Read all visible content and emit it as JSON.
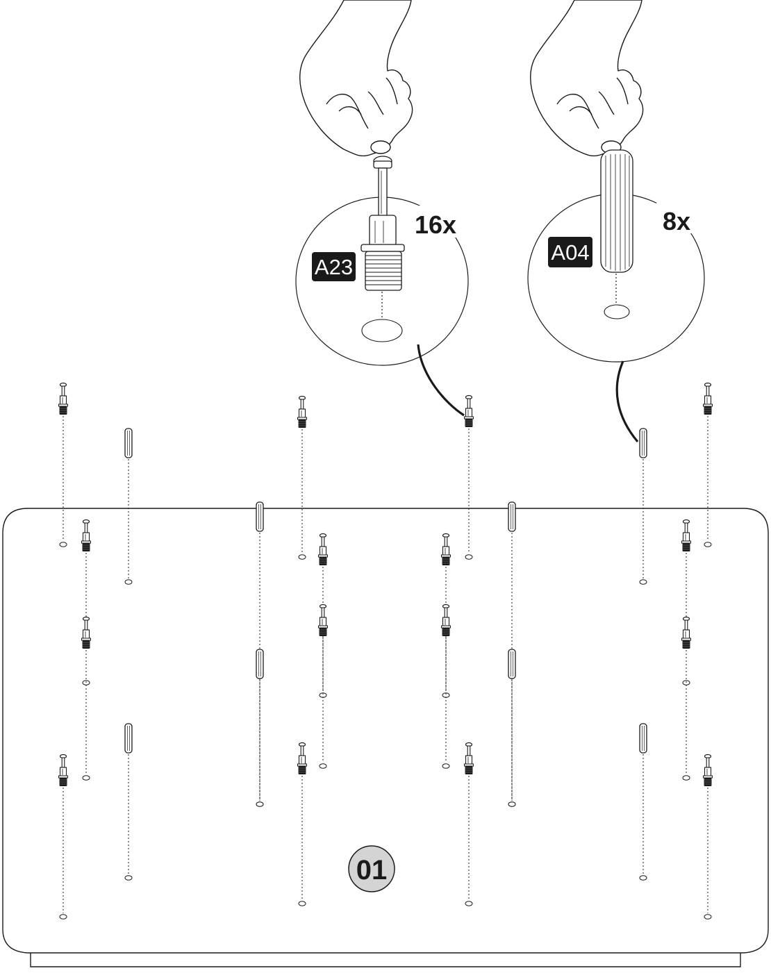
{
  "callouts": [
    {
      "part_code": "A23",
      "quantity": "16x",
      "part": "cam-lock-bolt"
    },
    {
      "part_code": "A04",
      "quantity": "8x",
      "part": "wooden-dowel"
    }
  ],
  "panel": {
    "label": "01"
  },
  "colors": {
    "line": "#1a1a1a",
    "label_bg": "#1a1a1a",
    "label_text": "#ffffff",
    "panel_badge_fill": "#d4d4d4"
  },
  "icons": {
    "hand": "hand-icon",
    "cam_bolt": "cam-bolt-icon",
    "dowel": "dowel-icon",
    "hole": "hole-icon"
  }
}
